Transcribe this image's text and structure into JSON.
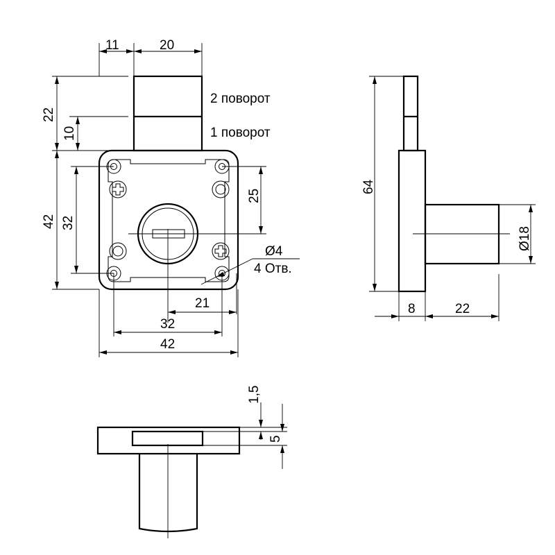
{
  "front_view": {
    "dims": {
      "offset_11": "11",
      "width_20": "20",
      "height_22": "22",
      "height_10": "10",
      "height_42": "42",
      "height_32": "32",
      "height_25": "25",
      "width_21": "21",
      "width_32": "32",
      "width_42": "42"
    },
    "labels": {
      "turn_2": "2 поворот",
      "turn_1": "1 поворот",
      "hole_diameter": "Ø4",
      "hole_count": "4 Отв."
    }
  },
  "side_view": {
    "dims": {
      "height_64": "64",
      "diameter_18": "Ø18",
      "width_8": "8",
      "width_22": "22"
    }
  },
  "bottom_view": {
    "dims": {
      "gap_1_5": "1,5",
      "height_5": "5"
    }
  }
}
